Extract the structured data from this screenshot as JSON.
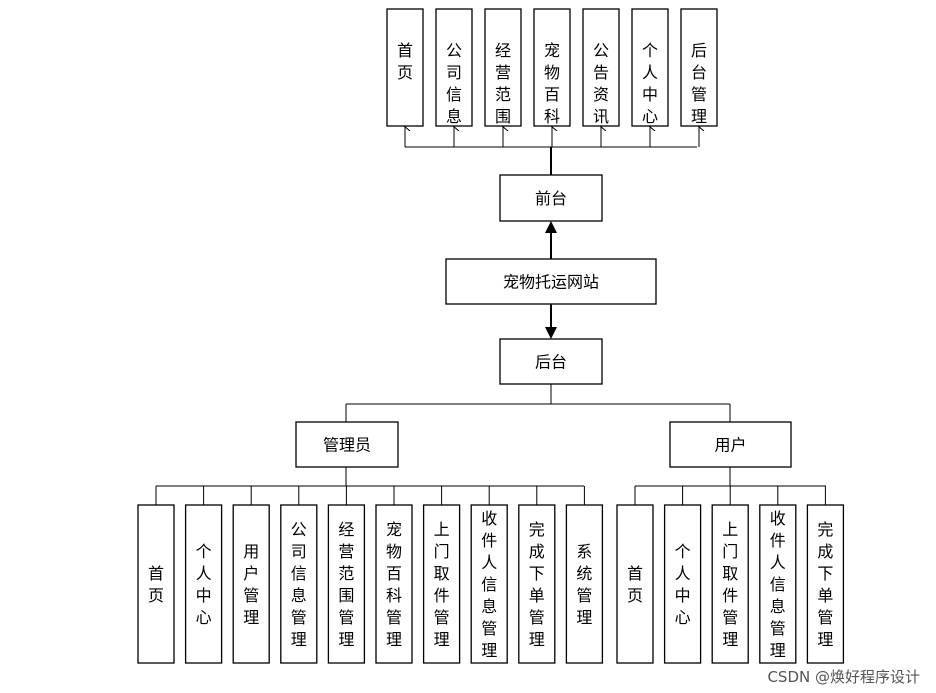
{
  "diagram": {
    "root": "宠物托运网站",
    "frontend": {
      "label": "前台",
      "modules": [
        "首页",
        "公司信息",
        "经营范围",
        "宠物百科",
        "公告资讯",
        "个人中心",
        "后台管理"
      ]
    },
    "backend": {
      "label": "后台",
      "roles": [
        {
          "label": "管理员",
          "modules": [
            "首页",
            "个人中心",
            "用户管理",
            "公司信息管理",
            "经营范围管理",
            "宠物百科管理",
            "上门取件管理",
            "收件人信息管理",
            "完成下单管理",
            "系统管理"
          ]
        },
        {
          "label": "用户",
          "modules": [
            "首页",
            "个人中心",
            "上门取件管理",
            "收件人信息管理",
            "完成下单管理"
          ]
        }
      ]
    }
  },
  "watermark": "CSDN @焕好程序设计"
}
